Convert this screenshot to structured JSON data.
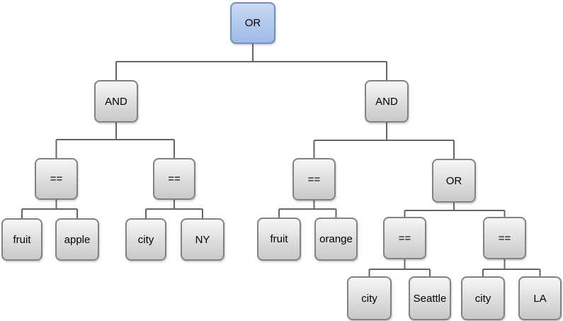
{
  "colors": {
    "canvas-bg": "#ffffff",
    "root-fill-top": "#c9d9f2",
    "root-fill-bottom": "#9dbae5",
    "root-border": "#7090bd",
    "node-fill-top": "#f6f6f6",
    "node-fill-bottom": "#c8c8c8",
    "node-border": "#828282",
    "connector": "#666666",
    "node-text": "#000000"
  },
  "tree": {
    "label": "OR",
    "children": [
      {
        "label": "AND",
        "children": [
          {
            "label": "==",
            "children": [
              {
                "label": "fruit"
              },
              {
                "label": "apple"
              }
            ]
          },
          {
            "label": "==",
            "children": [
              {
                "label": "city"
              },
              {
                "label": "NY"
              }
            ]
          }
        ]
      },
      {
        "label": "AND",
        "children": [
          {
            "label": "==",
            "children": [
              {
                "label": "fruit"
              },
              {
                "label": "orange"
              }
            ]
          },
          {
            "label": "OR",
            "children": [
              {
                "label": "==",
                "children": [
                  {
                    "label": "city"
                  },
                  {
                    "label": "Seattle"
                  }
                ]
              },
              {
                "label": "==",
                "children": [
                  {
                    "label": "city"
                  },
                  {
                    "label": "LA"
                  }
                ]
              }
            ]
          }
        ]
      }
    ]
  }
}
